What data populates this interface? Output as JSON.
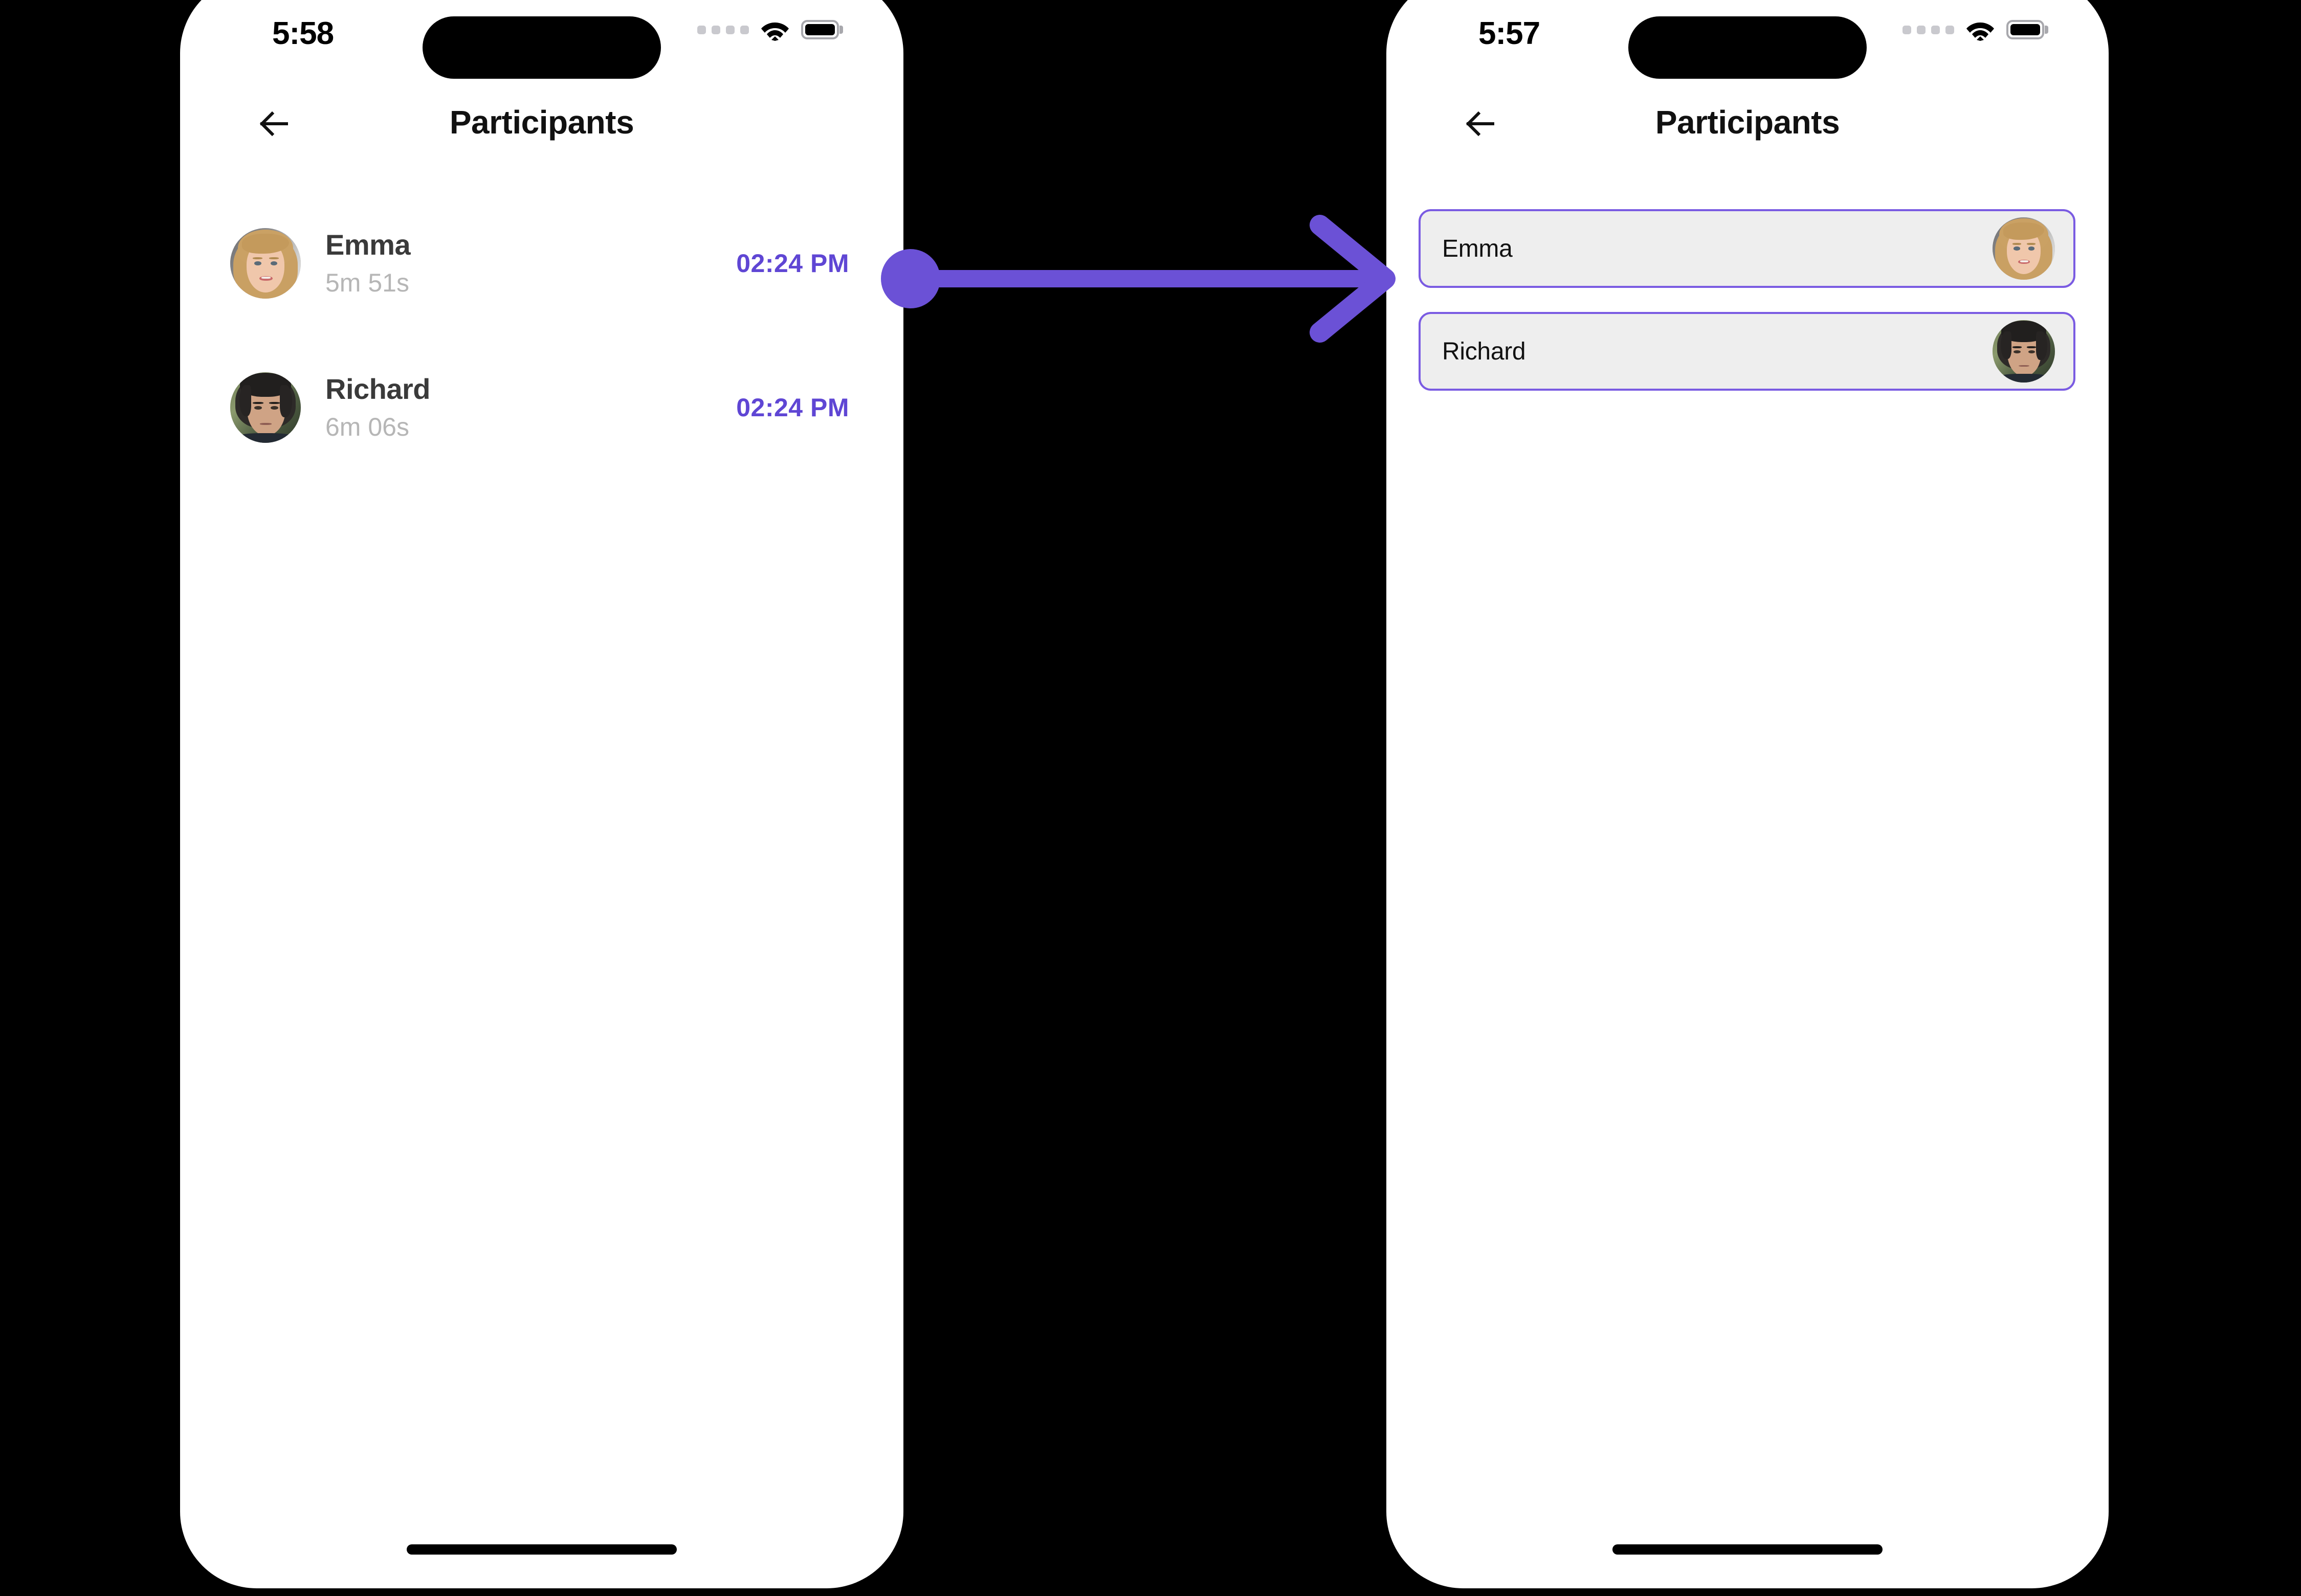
{
  "background_color": "#000000",
  "accent_color": "#6b51d6",
  "card_border_color": "#7a5be2",
  "card_fill_color": "#eeeeee",
  "screens": {
    "left": {
      "status_bar": {
        "time": "5:58",
        "cellular_icon": "cellular-dots-icon",
        "wifi_icon": "wifi-icon",
        "battery_icon": "battery-icon"
      },
      "nav": {
        "back_icon": "back-arrow-icon",
        "title": "Participants"
      },
      "participants": [
        {
          "name": "Emma",
          "duration": "5m 51s",
          "time": "02:24 PM",
          "avatar": "emma-avatar"
        },
        {
          "name": "Richard",
          "duration": "6m 06s",
          "time": "02:24 PM",
          "avatar": "richard-avatar"
        }
      ]
    },
    "right": {
      "status_bar": {
        "time": "5:57",
        "cellular_icon": "cellular-dots-icon",
        "wifi_icon": "wifi-icon",
        "battery_icon": "battery-icon"
      },
      "nav": {
        "back_icon": "back-arrow-icon",
        "title": "Participants"
      },
      "participants": [
        {
          "name": "Emma",
          "avatar": "emma-avatar"
        },
        {
          "name": "Richard",
          "avatar": "richard-avatar"
        }
      ]
    }
  },
  "connector": {
    "icon": "flow-arrow-icon",
    "color": "#6b51d6",
    "direction": "left-to-right"
  }
}
